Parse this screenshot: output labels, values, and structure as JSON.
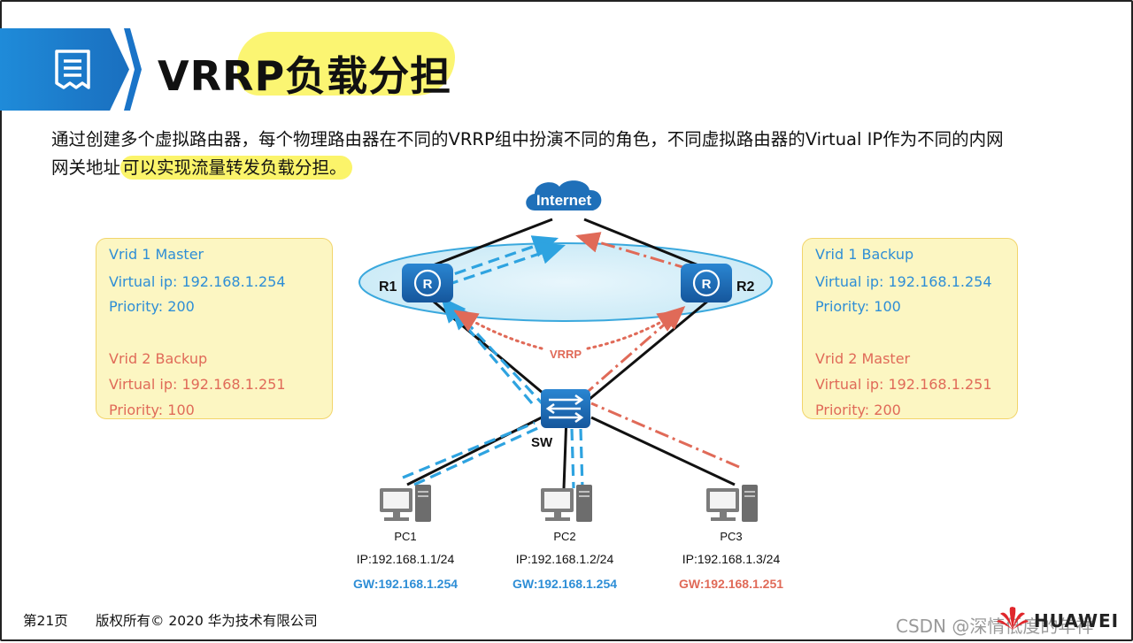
{
  "header": {
    "title_prefix": "VRRP",
    "title_suffix": "负载分担",
    "icon": "document-icon"
  },
  "description": {
    "line1": "通过创建多个虚拟路由器，每个物理路由器在不同的VRRP组中扮演不同的角色，不同虚拟路由器的Virtual  IP作为不同的内网",
    "line2_plain": "网关地址",
    "line2_highlight": "可以实现流量转发负载分担。"
  },
  "left_box": {
    "l1": "Vrid 1 Master",
    "l2": "Virtual ip: 192.168.1.254",
    "l3": "Priority: 200",
    "l4": "Vrid 2 Backup",
    "l5": "Virtual ip: 192.168.1.251",
    "l6": "Priority: 100"
  },
  "right_box": {
    "l1": "Vrid 1 Backup",
    "l2": "Virtual ip: 192.168.1.254",
    "l3": "Priority: 100",
    "l4": "Vrid 2 Master",
    "l5": "Virtual ip: 192.168.1.251",
    "l6": "Priority: 200"
  },
  "topology": {
    "internet_label": "Internet",
    "r1_label": "R1",
    "r2_label": "R2",
    "vrrp_label": "VRRP",
    "switch_label": "SW",
    "pcs": [
      {
        "name": "PC1",
        "ip": "IP:192.168.1.1/24",
        "gw": "GW:192.168.1.254",
        "gw_color": "#2e8ed6"
      },
      {
        "name": "PC2",
        "ip": "IP:192.168.1.2/24",
        "gw": "GW:192.168.1.254",
        "gw_color": "#2e8ed6"
      },
      {
        "name": "PC3",
        "ip": "IP:192.168.1.3/24",
        "gw": "GW:192.168.1.251",
        "gw_color": "#e06a58"
      }
    ],
    "colors": {
      "blue_flow": "#2ea3e0",
      "red_flow": "#e06a58",
      "device": "#1f6fba"
    }
  },
  "footer": {
    "page": "第21页",
    "copyright": "版权所有© 2020 华为技术有限公司",
    "watermark": "CSDN @深情低度的年祥",
    "brand": "HUAWEI"
  }
}
